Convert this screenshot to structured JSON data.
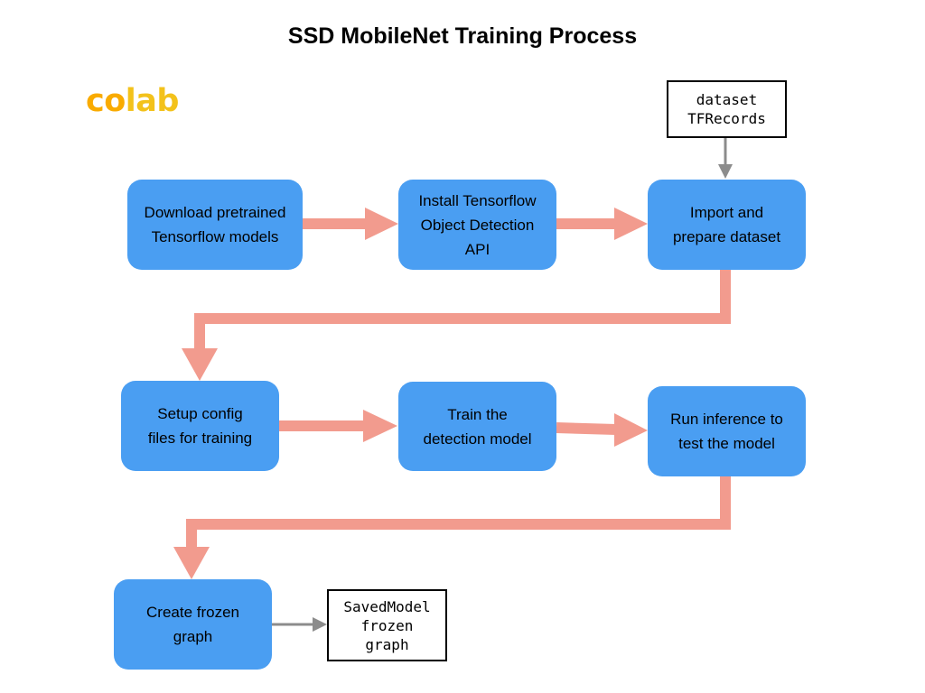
{
  "title": "SSD MobileNet Training Process",
  "logo": {
    "text_part1": "co",
    "text_part2": "lab",
    "colors": [
      "#F9AB00",
      "#F3C21B"
    ]
  },
  "colors": {
    "step_fill": "#4A9EF2",
    "flow_arrow": "#F29B8E",
    "io_arrow": "#8C8C8C",
    "artifact_border": "#000000"
  },
  "steps": [
    {
      "id": "download",
      "label": "Download pretrained\nTensorflow models"
    },
    {
      "id": "install",
      "label": "Install Tensorflow\nObject Detection\nAPI"
    },
    {
      "id": "import",
      "label": "Import and\nprepare dataset"
    },
    {
      "id": "setup",
      "label": "Setup config\nfiles for training"
    },
    {
      "id": "train",
      "label": "Train the\ndetection model"
    },
    {
      "id": "inference",
      "label": "Run inference to\ntest the model"
    },
    {
      "id": "freeze",
      "label": "Create frozen\ngraph"
    }
  ],
  "artifacts": [
    {
      "id": "dataset",
      "label": "dataset\nTFRecords"
    },
    {
      "id": "savedmodel",
      "label": "SavedModel\nfrozen\ngraph"
    }
  ],
  "edges": [
    {
      "from": "download",
      "to": "install",
      "kind": "flow"
    },
    {
      "from": "install",
      "to": "import",
      "kind": "flow"
    },
    {
      "from": "dataset",
      "to": "import",
      "kind": "input"
    },
    {
      "from": "import",
      "to": "setup",
      "kind": "flow"
    },
    {
      "from": "setup",
      "to": "train",
      "kind": "flow"
    },
    {
      "from": "train",
      "to": "inference",
      "kind": "flow"
    },
    {
      "from": "inference",
      "to": "freeze",
      "kind": "flow"
    },
    {
      "from": "freeze",
      "to": "savedmodel",
      "kind": "output"
    }
  ]
}
